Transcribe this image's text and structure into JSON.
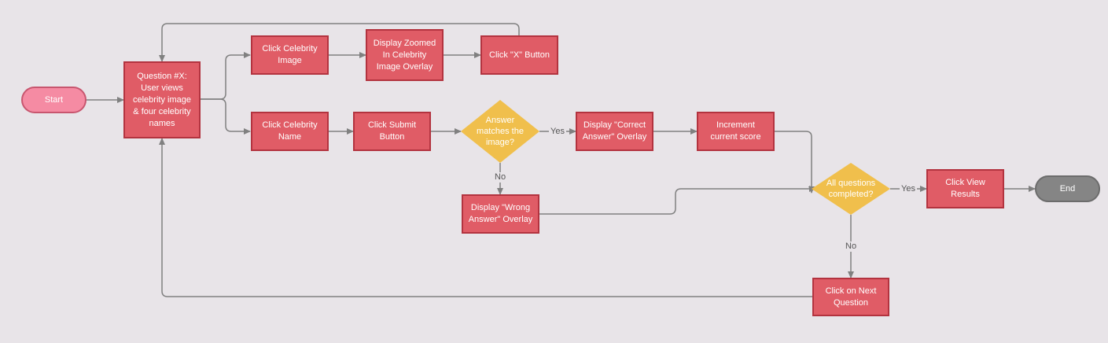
{
  "colors": {
    "process_fill": "#e05c66",
    "process_border": "#b3333f",
    "start_fill": "#f58ba3",
    "end_fill": "#858585",
    "decision_fill": "#f0bf4c",
    "connector": "#808080",
    "background": "#e8e4e8"
  },
  "nodes": {
    "start": "Start",
    "question": "Question #X:\nUser views\ncelebrity image\n& four celebrity\nnames",
    "click_image": "Click Celebrity\nImage",
    "display_zoomed": "Display Zoomed\nIn Celebrity\nImage Overlay",
    "click_x": "Click \"X\" Button",
    "click_name": "Click Celebrity\nName",
    "click_submit": "Click Submit\nButton",
    "answer_matches": "Answer\nmatches the\nimage?",
    "display_correct": "Display \"Correct\nAnswer\" Overlay",
    "increment_score": "Increment\ncurrent score",
    "display_wrong": "Display \"Wrong\nAnswer\" Overlay",
    "all_questions": "All questions\ncompleted?",
    "click_view_results": "Click View\nResults",
    "end": "End",
    "click_next": "Click on Next\nQuestion"
  },
  "edge_labels": {
    "answer_yes": "Yes",
    "answer_no": "No",
    "all_yes": "Yes",
    "all_no": "No"
  }
}
